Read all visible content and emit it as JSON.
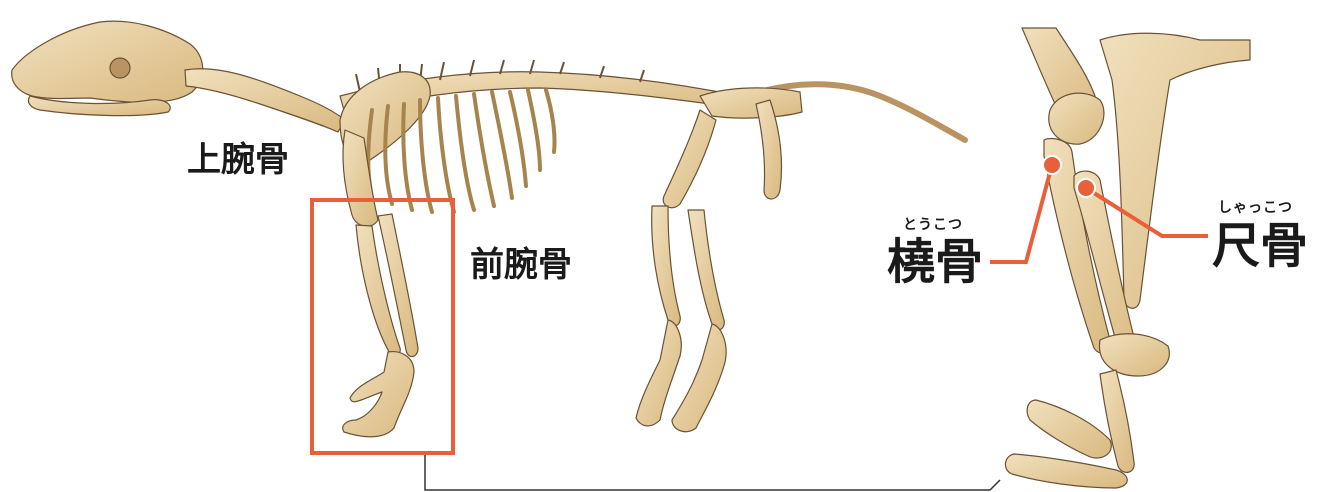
{
  "labels": {
    "humerus": "上腕骨",
    "forearm": "前腕骨",
    "radius": "橈骨",
    "radius_reading": "とうこつ",
    "ulna": "尺骨",
    "ulna_reading": "しゃっこつ"
  },
  "colors": {
    "bone": "#e8d2a6",
    "bone_shadow": "#c9a46a",
    "outline": "#6b5236",
    "highlight_box": "#e8603a",
    "leader": "#e8603a",
    "connector": "#333333"
  }
}
